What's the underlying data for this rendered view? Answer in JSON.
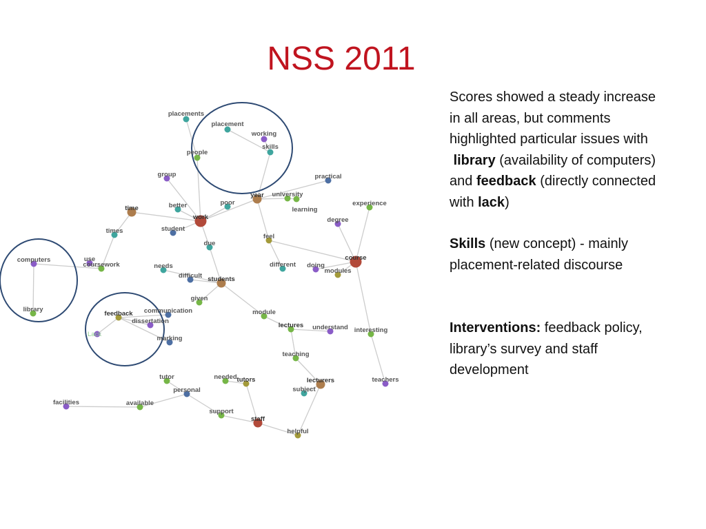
{
  "slide": {
    "title": "NSS 2011"
  },
  "panel": {
    "p1_lead": "Scores showed  a steady increase in all areas, but comments highlighted particular issues with",
    "library": "library",
    "p1_mid": " (availability of computers) and ",
    "feedback": "feedback",
    "p1_tail": " (directly connected with ",
    "lack": "lack",
    "p1_end": ")",
    "skills": "Skills",
    "p2_rest": "  (new concept) - mainly placement-related discourse",
    "interventions": "Interventions:",
    "p3_rest": "  feedback policy,  library’s survey and staff development"
  },
  "colors": {
    "title": "#c0141f",
    "edge": "#cccccc",
    "circle": "#2e4a73",
    "lack_label": "#8fcf8f",
    "node_purple": "#8a5cc7",
    "node_teal": "#3fa59e",
    "node_green": "#76b647",
    "node_blue": "#4d6fa3",
    "node_olive": "#a39a3a",
    "node_brown": "#ad7d4d",
    "node_red": "#b24a3a"
  },
  "diagram": {
    "nodes": [
      {
        "id": "placements",
        "label": "placements",
        "color": "node_teal",
        "size": "small",
        "label_pos": "above"
      },
      {
        "id": "placement",
        "label": "placement",
        "color": "node_teal",
        "size": "small",
        "label_pos": "above"
      },
      {
        "id": "working",
        "label": "working",
        "color": "node_purple",
        "size": "small",
        "label_pos": "above"
      },
      {
        "id": "skills",
        "label": "skills",
        "color": "node_teal",
        "size": "small",
        "label_pos": "above"
      },
      {
        "id": "people",
        "label": "people",
        "color": "node_green",
        "size": "small",
        "label_pos": "above"
      },
      {
        "id": "group",
        "label": "group",
        "color": "node_purple",
        "size": "small",
        "label_pos": "above"
      },
      {
        "id": "practical",
        "label": "practical",
        "color": "node_blue",
        "size": "small",
        "label_pos": "above"
      },
      {
        "id": "time",
        "label": "time",
        "color": "node_brown",
        "size": "medium",
        "label_pos": "above"
      },
      {
        "id": "better",
        "label": "better",
        "color": "node_teal",
        "size": "small",
        "label_pos": "above"
      },
      {
        "id": "poor",
        "label": "poor",
        "color": "node_teal",
        "size": "small",
        "label_pos": "above"
      },
      {
        "id": "year",
        "label": "year",
        "color": "node_brown",
        "size": "medium",
        "label_pos": "above"
      },
      {
        "id": "university",
        "label": "university",
        "color": "node_green",
        "size": "small",
        "label_pos": "above"
      },
      {
        "id": "experience",
        "label": "experience",
        "color": "node_green",
        "size": "small",
        "label_pos": "above"
      },
      {
        "id": "learning",
        "label": "learning",
        "color": "node_green",
        "size": "small",
        "label_pos": "below"
      },
      {
        "id": "work",
        "label": "work",
        "color": "node_red",
        "size": "large",
        "label_pos": "above"
      },
      {
        "id": "degree",
        "label": "degree",
        "color": "node_purple",
        "size": "small",
        "label_pos": "above"
      },
      {
        "id": "times",
        "label": "times",
        "color": "node_teal",
        "size": "small",
        "label_pos": "above"
      },
      {
        "id": "student",
        "label": "student",
        "color": "node_blue",
        "size": "small",
        "label_pos": "above"
      },
      {
        "id": "feel",
        "label": "feel",
        "color": "node_olive",
        "size": "small",
        "label_pos": "above"
      },
      {
        "id": "due",
        "label": "due",
        "color": "node_teal",
        "size": "small",
        "label_pos": "above"
      },
      {
        "id": "computers",
        "label": "computers",
        "color": "node_purple",
        "size": "small",
        "label_pos": "above"
      },
      {
        "id": "use",
        "label": "use",
        "color": "node_purple",
        "size": "small",
        "label_pos": "above"
      },
      {
        "id": "coursework",
        "label": "coursework",
        "color": "node_green",
        "size": "small",
        "label_pos": "above"
      },
      {
        "id": "course",
        "label": "course",
        "color": "node_red",
        "size": "large",
        "label_pos": "above"
      },
      {
        "id": "different",
        "label": "different",
        "color": "node_teal",
        "size": "small",
        "label_pos": "above"
      },
      {
        "id": "doing",
        "label": "doing",
        "color": "node_purple",
        "size": "small",
        "label_pos": "above"
      },
      {
        "id": "modules",
        "label": "modules",
        "color": "node_olive",
        "size": "small",
        "label_pos": "above"
      },
      {
        "id": "needs",
        "label": "needs",
        "color": "node_teal",
        "size": "small",
        "label_pos": "above"
      },
      {
        "id": "difficult",
        "label": "difficult",
        "color": "node_blue",
        "size": "small",
        "label_pos": "above"
      },
      {
        "id": "students",
        "label": "students",
        "color": "node_brown",
        "size": "medium",
        "label_pos": "above"
      },
      {
        "id": "given",
        "label": "given",
        "color": "node_green",
        "size": "small",
        "label_pos": "above"
      },
      {
        "id": "library",
        "label": "library",
        "color": "node_green",
        "size": "small",
        "label_pos": "above"
      },
      {
        "id": "feedback",
        "label": "feedback",
        "color": "node_olive",
        "size": "small",
        "label_pos": "above"
      },
      {
        "id": "communication",
        "label": "communication",
        "color": "node_blue",
        "size": "small",
        "label_pos": "above"
      },
      {
        "id": "module",
        "label": "module",
        "color": "node_green",
        "size": "small",
        "label_pos": "above"
      },
      {
        "id": "dissertation",
        "label": "dissertation",
        "color": "node_purple",
        "size": "small",
        "label_pos": "above"
      },
      {
        "id": "lectures",
        "label": "lectures",
        "color": "node_green",
        "size": "small",
        "label_pos": "above"
      },
      {
        "id": "understand",
        "label": "understand",
        "color": "node_purple",
        "size": "small",
        "label_pos": "above"
      },
      {
        "id": "interesting",
        "label": "interesting",
        "color": "node_green",
        "size": "small",
        "label_pos": "above"
      },
      {
        "id": "lack",
        "label": "Lack",
        "color": "node_purple",
        "size": "small",
        "label_pos": "left"
      },
      {
        "id": "marking",
        "label": "marking",
        "color": "node_blue",
        "size": "small",
        "label_pos": "above"
      },
      {
        "id": "teaching",
        "label": "teaching",
        "color": "node_green",
        "size": "small",
        "label_pos": "above"
      },
      {
        "id": "tutor",
        "label": "tutor",
        "color": "node_green",
        "size": "small",
        "label_pos": "above"
      },
      {
        "id": "needed",
        "label": "needed",
        "color": "node_green",
        "size": "small",
        "label_pos": "above"
      },
      {
        "id": "tutors",
        "label": "tutors",
        "color": "node_olive",
        "size": "small",
        "label_pos": "above"
      },
      {
        "id": "lecturers",
        "label": "lecturers",
        "color": "node_brown",
        "size": "medium",
        "label_pos": "above"
      },
      {
        "id": "teachers",
        "label": "teachers",
        "color": "node_purple",
        "size": "small",
        "label_pos": "above"
      },
      {
        "id": "personal",
        "label": "personal",
        "color": "node_blue",
        "size": "small",
        "label_pos": "above"
      },
      {
        "id": "subject",
        "label": "subject",
        "color": "node_teal",
        "size": "small",
        "label_pos": "above"
      },
      {
        "id": "facilities",
        "label": "facilities",
        "color": "node_purple",
        "size": "small",
        "label_pos": "above"
      },
      {
        "id": "available",
        "label": "available",
        "color": "node_green",
        "size": "small",
        "label_pos": "above"
      },
      {
        "id": "support",
        "label": "support",
        "color": "node_green",
        "size": "small",
        "label_pos": "above"
      },
      {
        "id": "staff",
        "label": "staff",
        "color": "node_red",
        "size": "medium",
        "label_pos": "above"
      },
      {
        "id": "helpful",
        "label": "helpful",
        "color": "node_olive",
        "size": "small",
        "label_pos": "above"
      }
    ],
    "edges": [
      [
        "placements",
        "people"
      ],
      [
        "placement",
        "skills"
      ],
      [
        "working",
        "skills"
      ],
      [
        "skills",
        "year"
      ],
      [
        "people",
        "work"
      ],
      [
        "group",
        "work"
      ],
      [
        "better",
        "work"
      ],
      [
        "student",
        "work"
      ],
      [
        "poor",
        "work"
      ],
      [
        "time",
        "work"
      ],
      [
        "time",
        "times"
      ],
      [
        "times",
        "coursework"
      ],
      [
        "coursework",
        "use"
      ],
      [
        "coursework",
        "computers"
      ],
      [
        "computers",
        "library"
      ],
      [
        "work",
        "due"
      ],
      [
        "due",
        "students"
      ],
      [
        "year",
        "work"
      ],
      [
        "year",
        "university"
      ],
      [
        "year",
        "practical"
      ],
      [
        "year",
        "feel"
      ],
      [
        "feel",
        "course"
      ],
      [
        "university",
        "learning"
      ],
      [
        "course",
        "experience"
      ],
      [
        "course",
        "degree"
      ],
      [
        "course",
        "doing"
      ],
      [
        "course",
        "interesting"
      ],
      [
        "modules",
        "course"
      ],
      [
        "different",
        "feel"
      ],
      [
        "needs",
        "students"
      ],
      [
        "difficult",
        "students"
      ],
      [
        "given",
        "students"
      ],
      [
        "students",
        "module"
      ],
      [
        "module",
        "lectures"
      ],
      [
        "lectures",
        "understand"
      ],
      [
        "lectures",
        "teaching"
      ],
      [
        "teaching",
        "lecturers"
      ],
      [
        "interesting",
        "teachers"
      ],
      [
        "feedback",
        "lack"
      ],
      [
        "feedback",
        "communication"
      ],
      [
        "feedback",
        "dissertation"
      ],
      [
        "feedback",
        "marking"
      ],
      [
        "tutor",
        "personal"
      ],
      [
        "personal",
        "available"
      ],
      [
        "available",
        "facilities"
      ],
      [
        "personal",
        "support"
      ],
      [
        "support",
        "staff"
      ],
      [
        "tutors",
        "staff"
      ],
      [
        "needed",
        "tutors"
      ],
      [
        "staff",
        "helpful"
      ],
      [
        "lecturers",
        "helpful"
      ],
      [
        "subject",
        "lecturers"
      ]
    ]
  }
}
